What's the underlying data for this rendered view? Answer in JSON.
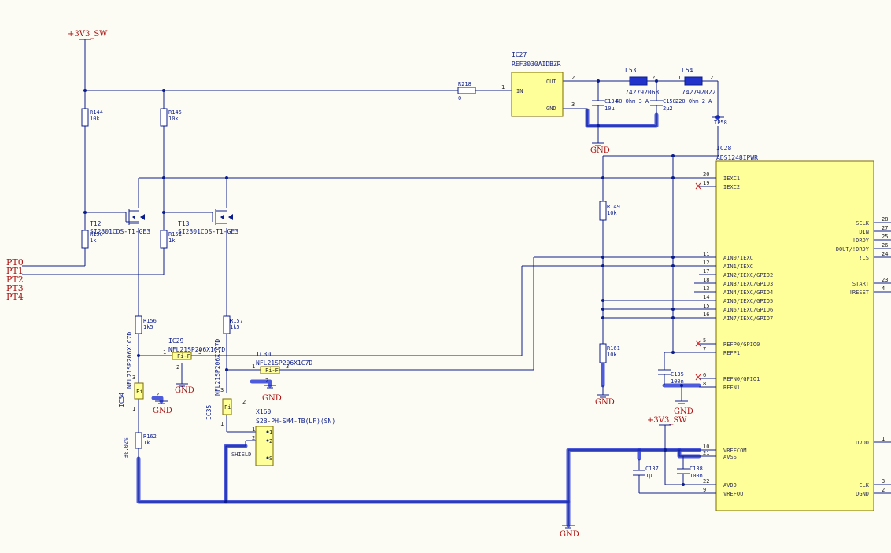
{
  "power": {
    "v3v3_top": "+3V3_SW",
    "v3v3_bottom": "+3V3_SW",
    "gnd": "GND"
  },
  "nets": [
    "PT0",
    "PT1",
    "PT2",
    "PT3",
    "PT4"
  ],
  "ref": {
    "des": "IC27",
    "part": "REF3030AIDBZR",
    "pin_in": "IN",
    "pin_out": "OUT",
    "pin_gnd": "GND"
  },
  "resistors": {
    "r218": {
      "des": "R218",
      "val": "0"
    },
    "r144": {
      "des": "R144",
      "val": "10k"
    },
    "r145": {
      "des": "R145",
      "val": "10k"
    },
    "r150": {
      "des": "R150",
      "val": "1k"
    },
    "r151": {
      "des": "R151",
      "val": "1k"
    },
    "r156": {
      "des": "R156",
      "val": "1k5"
    },
    "r157": {
      "des": "R157",
      "val": "1k5"
    },
    "r149": {
      "des": "R149",
      "val": "10k"
    },
    "r161": {
      "des": "R161",
      "val": "10k"
    },
    "r162": {
      "des": "R162",
      "val": "1k",
      "tol": "±0.02%"
    }
  },
  "inductors": {
    "l53": {
      "des": "L53",
      "part": "742792063",
      "val": "40 Ohm 3 A"
    },
    "l54": {
      "des": "L54",
      "part": "742792022",
      "val": "220 Ohm 2 A"
    }
  },
  "caps": {
    "c134": {
      "des": "C134",
      "val": "10µ"
    },
    "c158": {
      "des": "C158",
      "val": "2µ2"
    },
    "c135": {
      "des": "C135",
      "val": "100n"
    },
    "c137": {
      "des": "C137",
      "val": "1µ"
    },
    "c138": {
      "des": "C138",
      "val": "100n"
    }
  },
  "tp": {
    "des": "TP58"
  },
  "fets": {
    "t12": {
      "des": "T12",
      "part": "SI2301CDS-T1-GE3"
    },
    "t13": {
      "des": "T13",
      "part": "SI2301CDS-T1-GE3"
    }
  },
  "filters": {
    "ic29": {
      "des": "IC29",
      "part": "NFL21SP206X1C7D"
    },
    "ic30": {
      "des": "IC30",
      "part": "NFL21SP206X1C7D"
    },
    "ic34": {
      "des": "IC34",
      "part": "NFL21SP206X1C7D"
    },
    "ic35": {
      "des": "IC35",
      "part": "NFL21SP206X1C7D"
    }
  },
  "connector": {
    "des": "X160",
    "part": "S2B-PH-SM4-TB(LF)(SN)",
    "shield": "SHIELD"
  },
  "adc": {
    "des": "IC28",
    "part": "ADS1248IPWR",
    "left_pins": [
      {
        "num": "20",
        "name": "IEXC1"
      },
      {
        "num": "19",
        "name": "IEXC2"
      },
      {
        "num": "11",
        "name": "AIN0/IEXC"
      },
      {
        "num": "12",
        "name": "AIN1/IEXC"
      },
      {
        "num": "17",
        "name": "AIN2/IEXC/GPIO2"
      },
      {
        "num": "18",
        "name": "AIN3/IEXC/GPIO3"
      },
      {
        "num": "13",
        "name": "AIN4/IEXC/GPIO4"
      },
      {
        "num": "14",
        "name": "AIN5/IEXC/GPIO5"
      },
      {
        "num": "15",
        "name": "AIN6/IEXC/GPIO6"
      },
      {
        "num": "16",
        "name": "AIN7/IEXC/GPIO7"
      },
      {
        "num": "5",
        "name": "REFP0/GPIO0"
      },
      {
        "num": "7",
        "name": "REFP1"
      },
      {
        "num": "6",
        "name": "REFN0/GPIO1"
      },
      {
        "num": "8",
        "name": "REFN1"
      },
      {
        "num": "10",
        "name": "VREFCOM"
      },
      {
        "num": "21",
        "name": "AVSS"
      },
      {
        "num": "22",
        "name": "AVDD"
      },
      {
        "num": "9",
        "name": "VREFOUT"
      }
    ],
    "right_pins": [
      {
        "num": "28",
        "name": "SCLK"
      },
      {
        "num": "27",
        "name": "DIN"
      },
      {
        "num": "25",
        "name": "!DRDY"
      },
      {
        "num": "26",
        "name": "DOUT/!DRDY"
      },
      {
        "num": "24",
        "name": "!CS"
      },
      {
        "num": "23",
        "name": "START"
      },
      {
        "num": "4",
        "name": "!RESET"
      },
      {
        "num": "1",
        "name": "DVDD"
      },
      {
        "num": "3",
        "name": "CLK"
      },
      {
        "num": "2",
        "name": "DGND"
      }
    ]
  }
}
